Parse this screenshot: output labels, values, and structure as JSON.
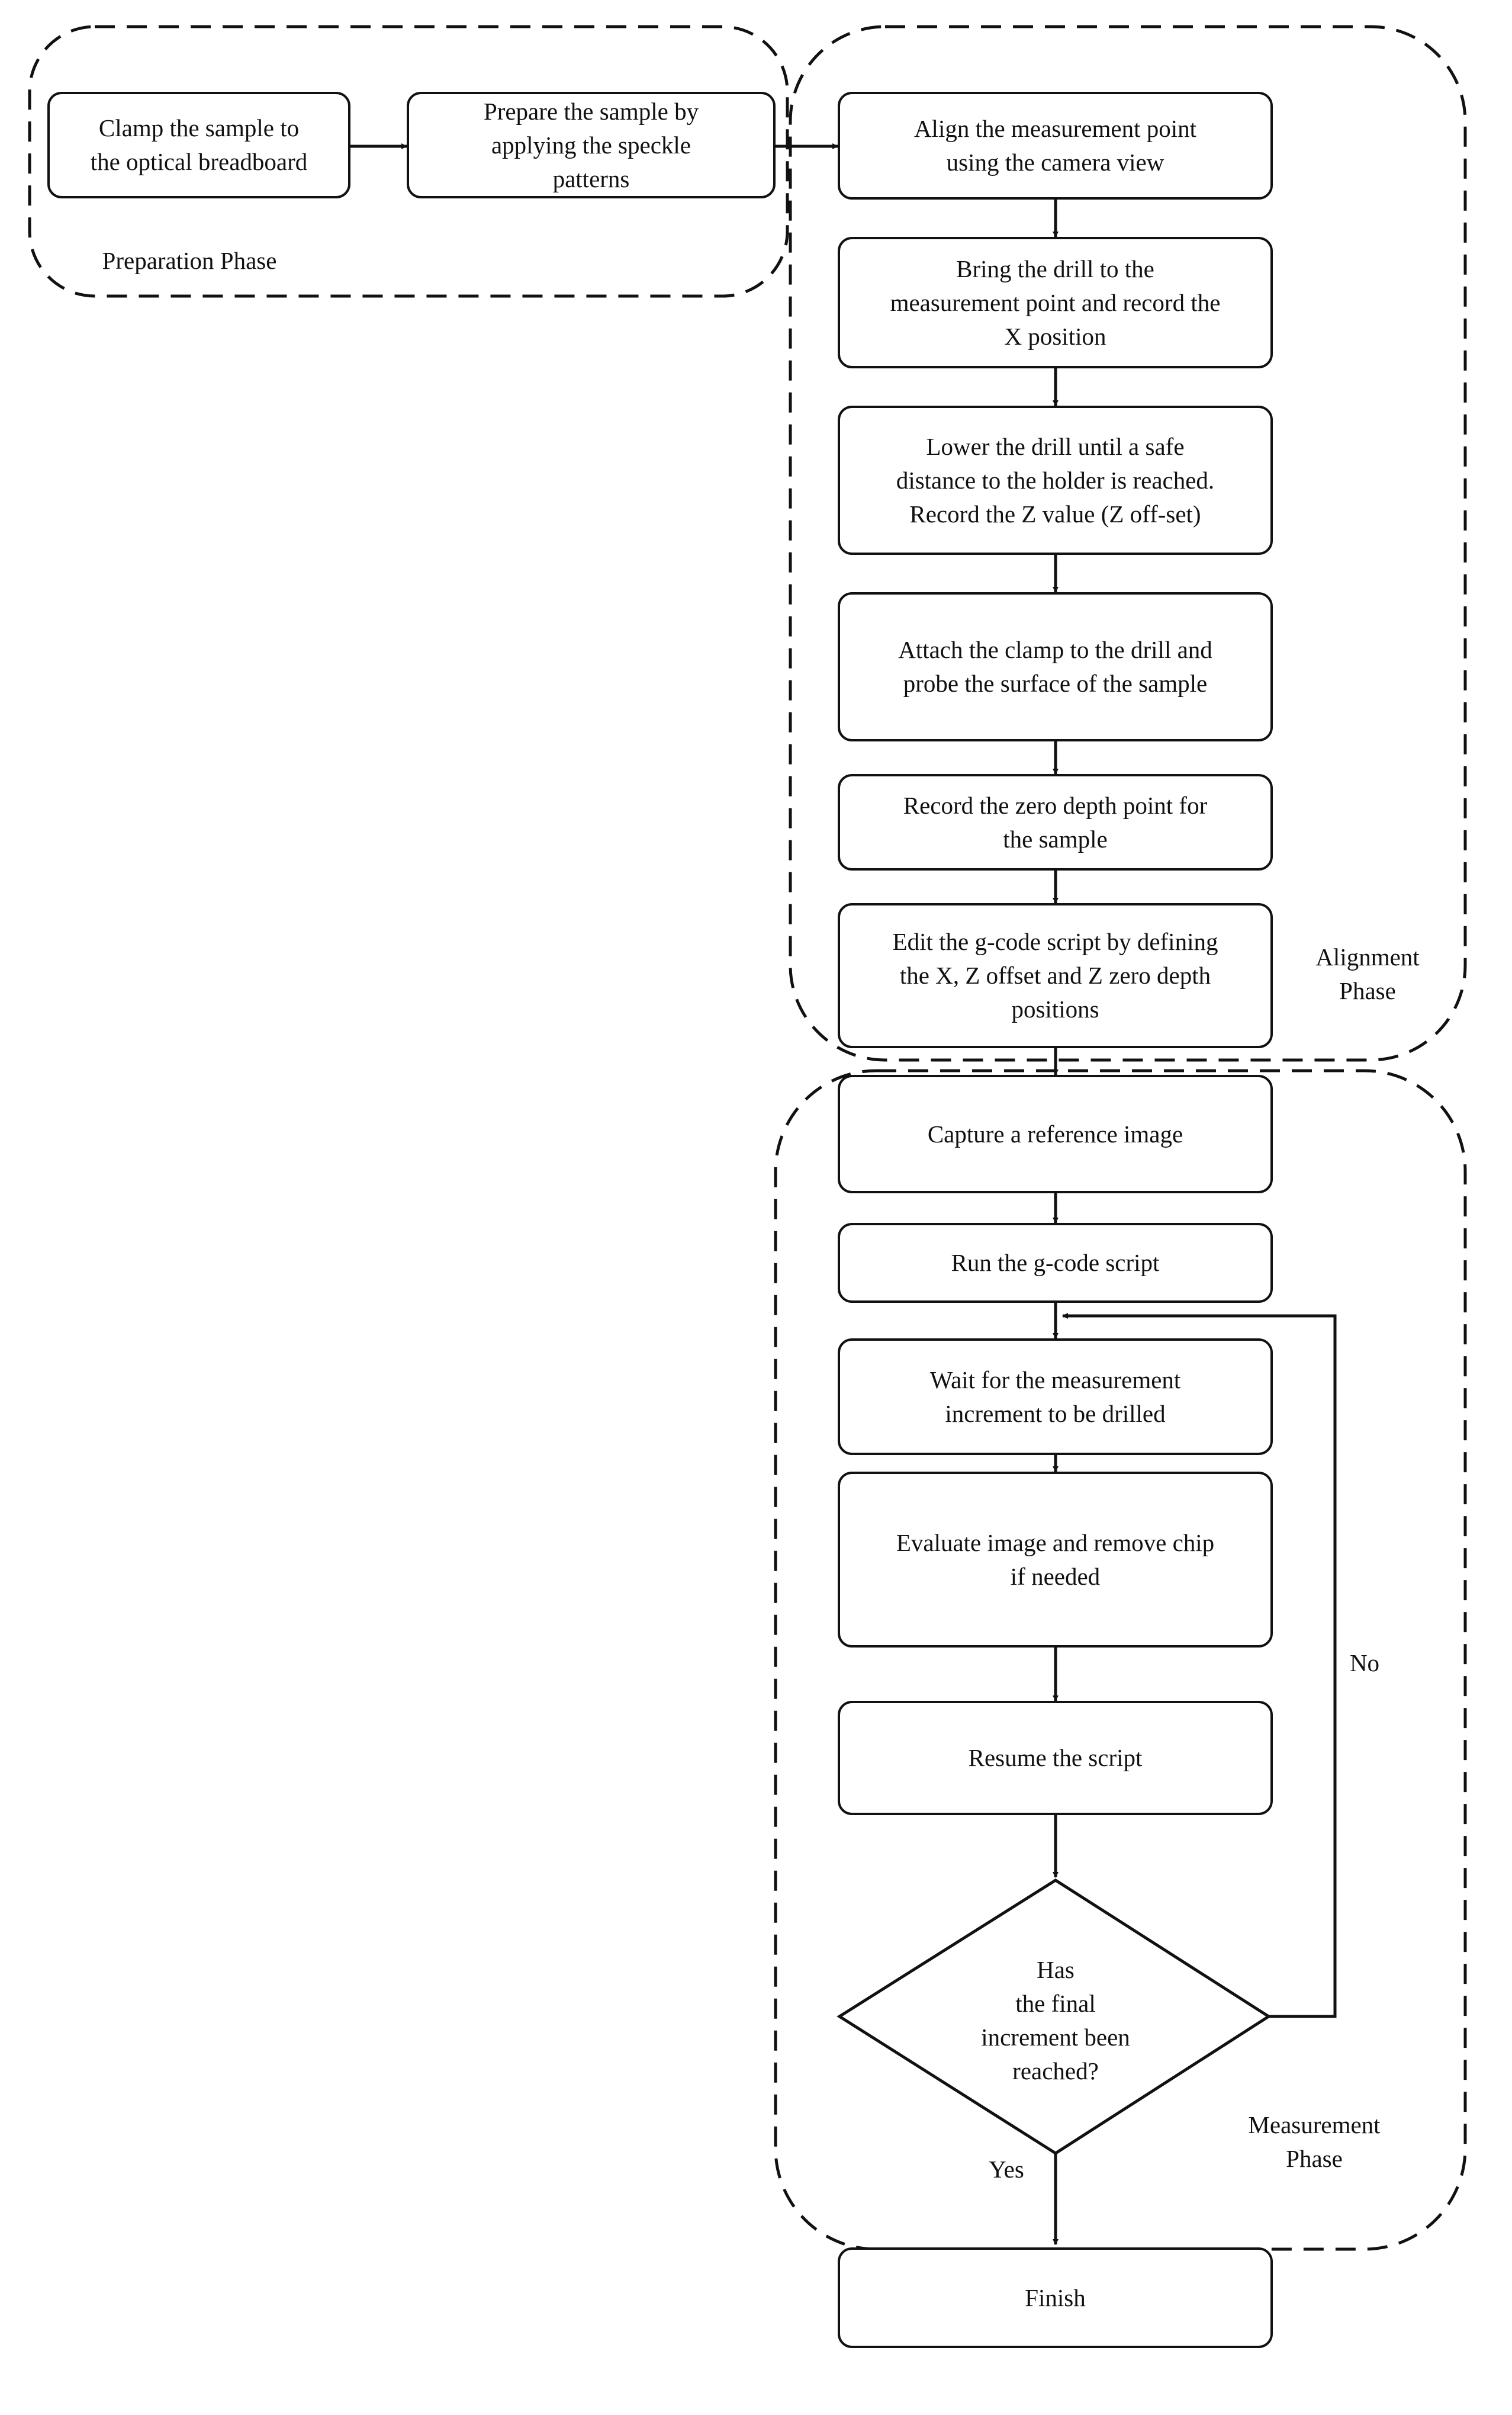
{
  "phases": {
    "preparation": "Preparation Phase",
    "alignment": "Alignment\nPhase",
    "measurement": "Measurement\nPhase"
  },
  "steps": {
    "clamp": "Clamp the sample to\nthe optical breadboard",
    "prepare": "Prepare the sample by\napplying the speckle\npatterns",
    "align": "Align the measurement point\nusing the camera view",
    "bring_drill": "Bring the drill to the\nmeasurement point and record the\nX position",
    "lower_drill": "Lower the drill until a safe\ndistance to the holder is reached.\nRecord the Z value (Z off-set)",
    "attach_clamp": "Attach the clamp to the drill and\nprobe the surface of the sample",
    "record_zero": "Record the zero depth point for\nthe sample",
    "edit_gcode": "Edit the g-code script by defining\nthe X, Z offset and Z zero depth\npositions",
    "capture_reference": "Capture a reference image",
    "run_gcode": "Run the g-code script",
    "wait_increment": "Wait for the measurement\nincrement to be drilled",
    "evaluate_image": "Evaluate image and remove chip\nif needed",
    "resume_script": "Resume the script",
    "finish": "Finish"
  },
  "decision": {
    "question": "Has\nthe final\nincrement been\nreached?",
    "yes_label": "Yes",
    "no_label": "No"
  }
}
